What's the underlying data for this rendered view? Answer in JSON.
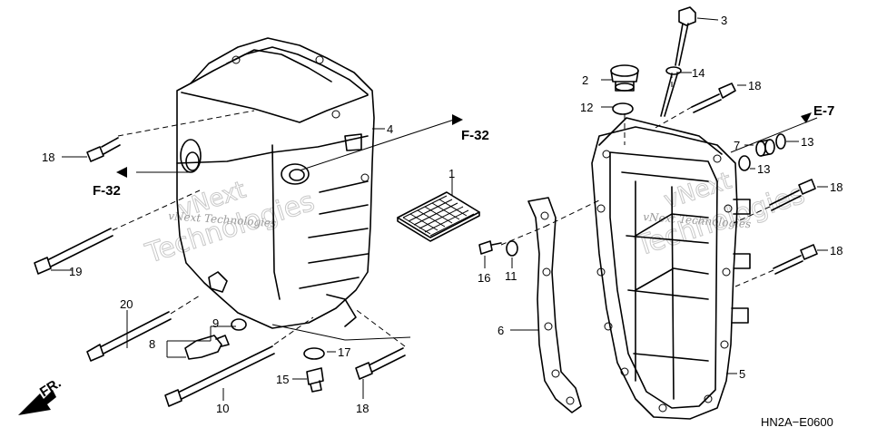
{
  "callouts": {
    "c1": "1",
    "c2": "2",
    "c3": "3",
    "c4": "4",
    "c5": "5",
    "c6": "6",
    "c7": "7",
    "c8": "8",
    "c9": "9",
    "c10": "10",
    "c11": "11",
    "c12": "12",
    "c13a": "13",
    "c13b": "13",
    "c14": "14",
    "c15": "15",
    "c16": "16",
    "c17": "17",
    "c18a": "18",
    "c18b": "18",
    "c18c": "18",
    "c18d": "18",
    "c18e": "18",
    "c19": "19",
    "c20": "20"
  },
  "references": {
    "f32_right": "F-32",
    "f32_left": "F-32",
    "e7": "E-7",
    "front": "FR."
  },
  "diagram_code": "HN2A−E0600",
  "watermark": {
    "line1": "vNext",
    "line2": "Technologies",
    "small": "vNext Technologies"
  }
}
